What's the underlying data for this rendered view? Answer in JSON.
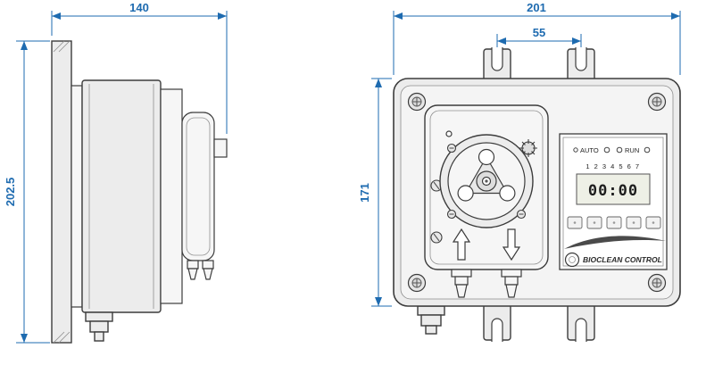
{
  "colors": {
    "dimension": "#1e6bb0",
    "line": "#3c3c3c",
    "enclosure_fill": "#ececec",
    "panel_fill": "#ffffff",
    "lcd_fill": "#eef0e6"
  },
  "side_view": {
    "width_label": "140",
    "height_label": "202.5"
  },
  "front_view": {
    "width_label": "201",
    "slot_spacing_label": "55",
    "height_label": "171"
  },
  "panel": {
    "auto_label": "AUTO",
    "run_label": "RUN",
    "day_row": "1 2 3 4 5 6 7",
    "time_display": "00:00"
  },
  "brand": {
    "name": "BIOCLEAN CONTROL"
  },
  "icons": {
    "corner_screw": "phillips-screw-icon",
    "slotted_screw": "slotted-screw-icon",
    "adjustment_knob": "star-knob-icon",
    "flow_up": "up-arrow-icon",
    "flow_down": "down-arrow-icon",
    "brand_logo": "circle-logo-icon"
  }
}
